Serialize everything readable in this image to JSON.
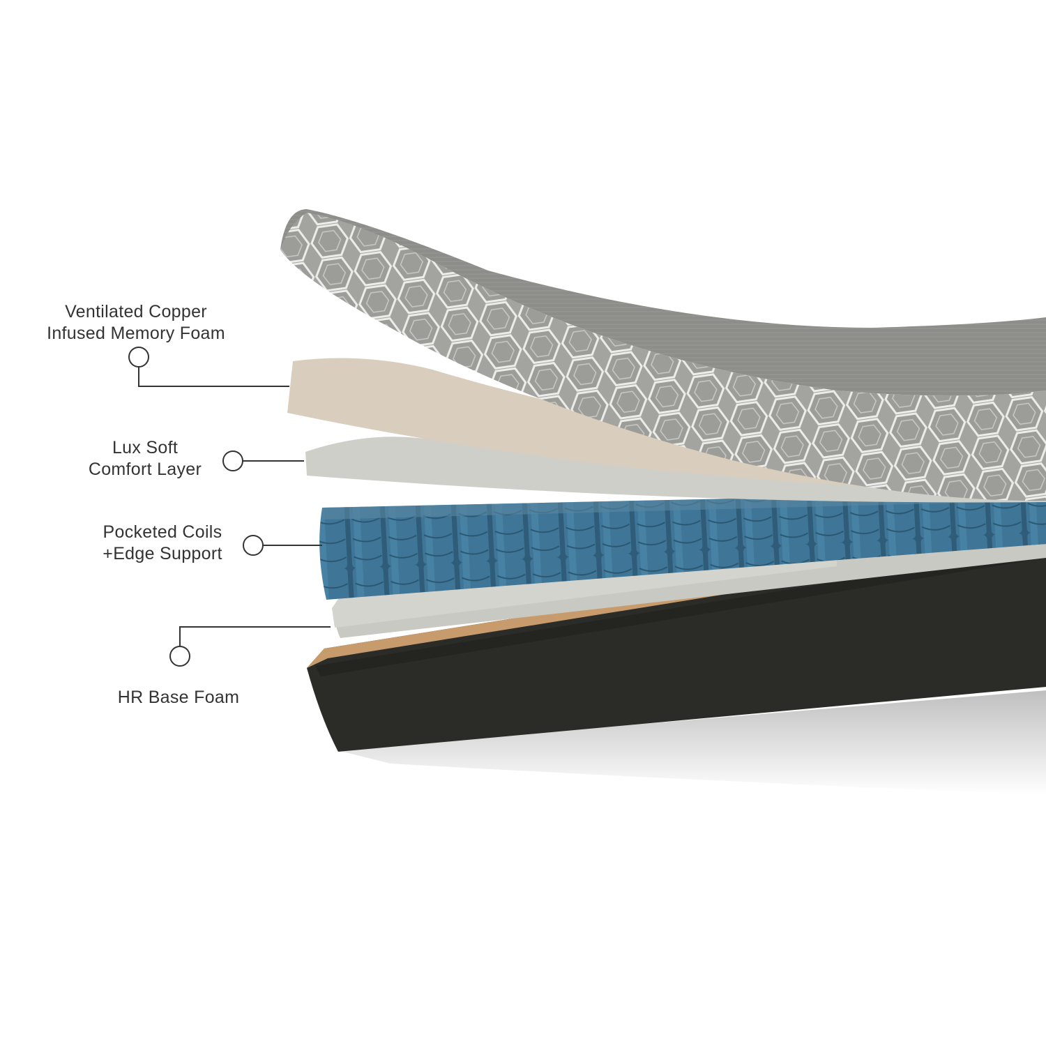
{
  "layers": [
    {
      "id": "memory_foam",
      "lines": [
        "Ventilated Copper",
        "Infused Memory Foam"
      ]
    },
    {
      "id": "comfort",
      "lines": [
        "Lux Soft",
        "Comfort Layer"
      ]
    },
    {
      "id": "coils",
      "lines": [
        "Pocketed Coils",
        "+Edge Support"
      ]
    },
    {
      "id": "base",
      "lines": [
        "HR Base Foam"
      ]
    }
  ],
  "colors": {
    "fabric_top": "#8a8b86",
    "fabric_honeycomb": "#e6e6e3",
    "memory_foam": "#d9cdbd",
    "comfort_foam": "#cfcfca",
    "coils": "#3b6f8e",
    "base_foam": "#c9c9c4",
    "bottom_cover": "#2a2a27",
    "copper_trim": "#c89b6d",
    "callout_line": "#333333"
  }
}
